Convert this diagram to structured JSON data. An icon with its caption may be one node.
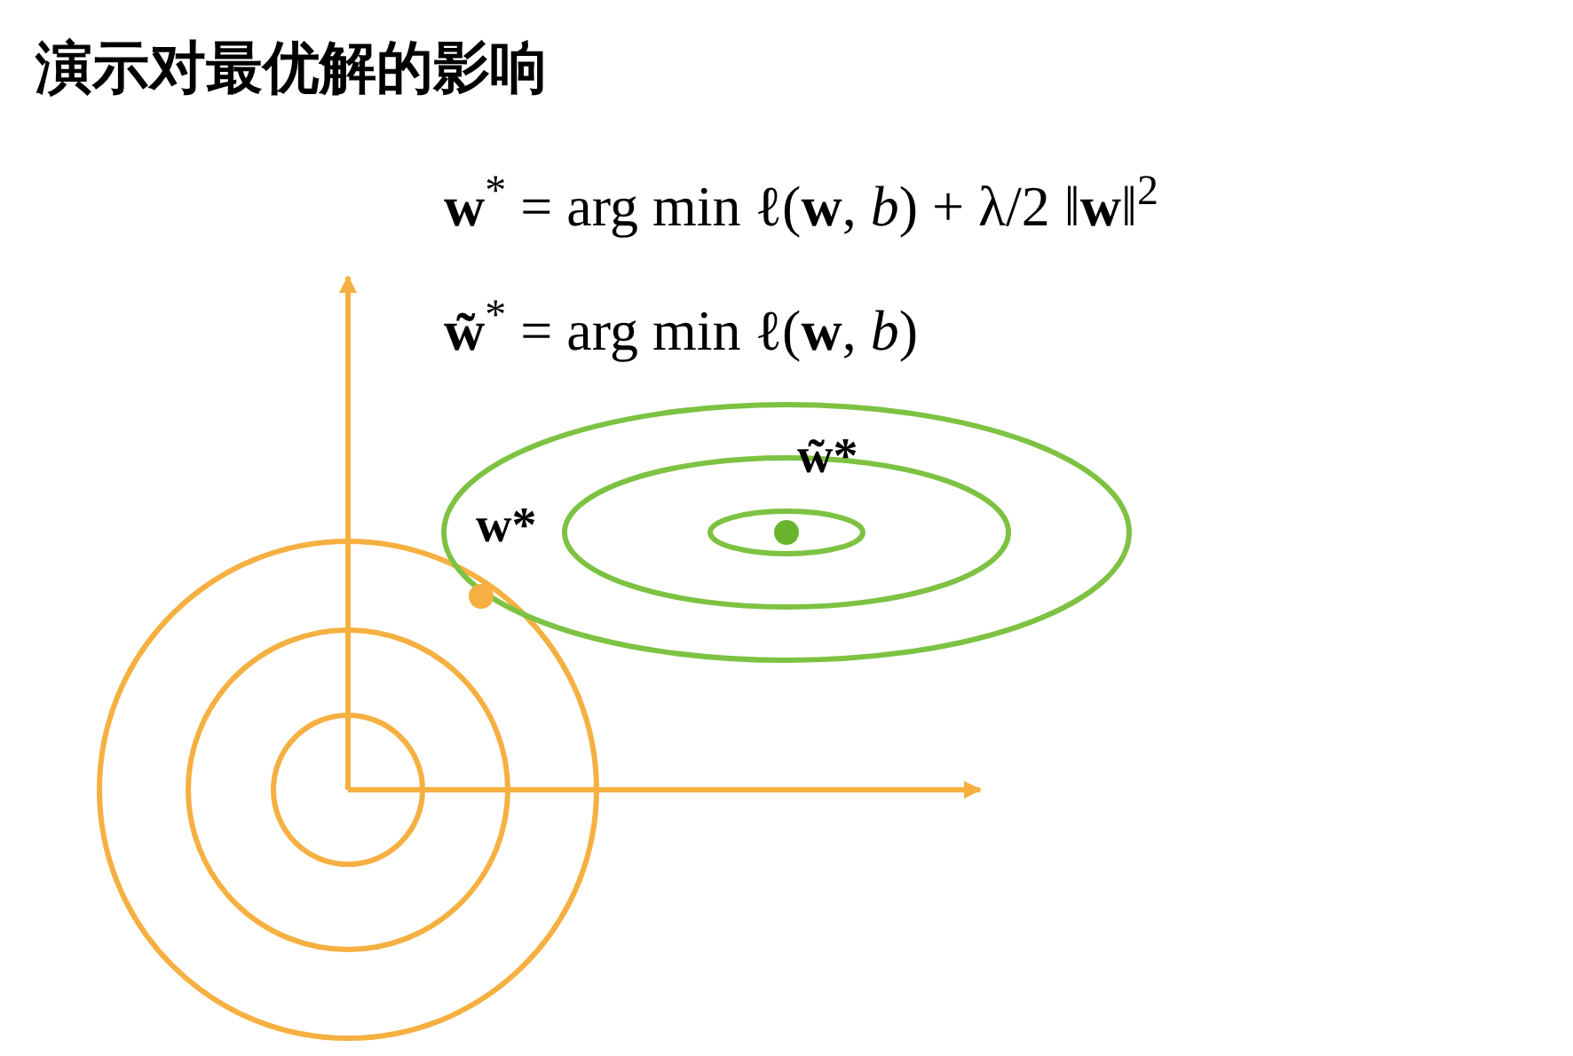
{
  "diagram": {
    "title": "演示对最优解的影响",
    "labels": [
      "**w**$^{*}$ = arg min  ℓ(**w**, *b*) + λ/2 ‖**w**‖$^{2}$",
      "**w̃**$^{*}$ = arg min  ℓ(**w**, *b*)",
      "w̃*",
      "w*"
    ]
  }
}
